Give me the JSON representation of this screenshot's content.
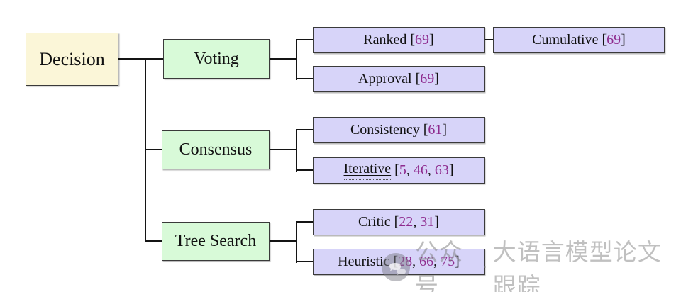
{
  "nodes": {
    "decision": {
      "label": "Decision"
    },
    "voting": {
      "label": "Voting"
    },
    "consensus": {
      "label": "Consensus"
    },
    "tree_search": {
      "label": "Tree Search"
    },
    "ranked": {
      "label": "Ranked",
      "cites": [
        "69"
      ]
    },
    "cumulative": {
      "label": "Cumulative",
      "cites": [
        "69"
      ]
    },
    "approval": {
      "label": "Approval",
      "cites": [
        "69"
      ]
    },
    "consistency": {
      "label": "Consistency",
      "cites": [
        "61"
      ]
    },
    "iterative": {
      "label": "Iterative",
      "cites": [
        "5",
        "46",
        "63"
      ]
    },
    "critic": {
      "label": "Critic",
      "cites": [
        "22",
        "31"
      ]
    },
    "heuristic": {
      "label": "Heuristic",
      "cites": [
        "28",
        "66",
        "75"
      ]
    }
  },
  "colors": {
    "root_fill": "#FBF6D8",
    "branch_fill": "#D8FAD8",
    "leaf_fill": "#D7D4F9",
    "border": "#3a3a3a",
    "line": "#141414",
    "cite_number": "#8E2B8E"
  },
  "watermark": {
    "icon": "chat-bubbles-icon",
    "account_label": "公众号",
    "separator": "·",
    "account_name": "大语言模型论文跟踪"
  }
}
